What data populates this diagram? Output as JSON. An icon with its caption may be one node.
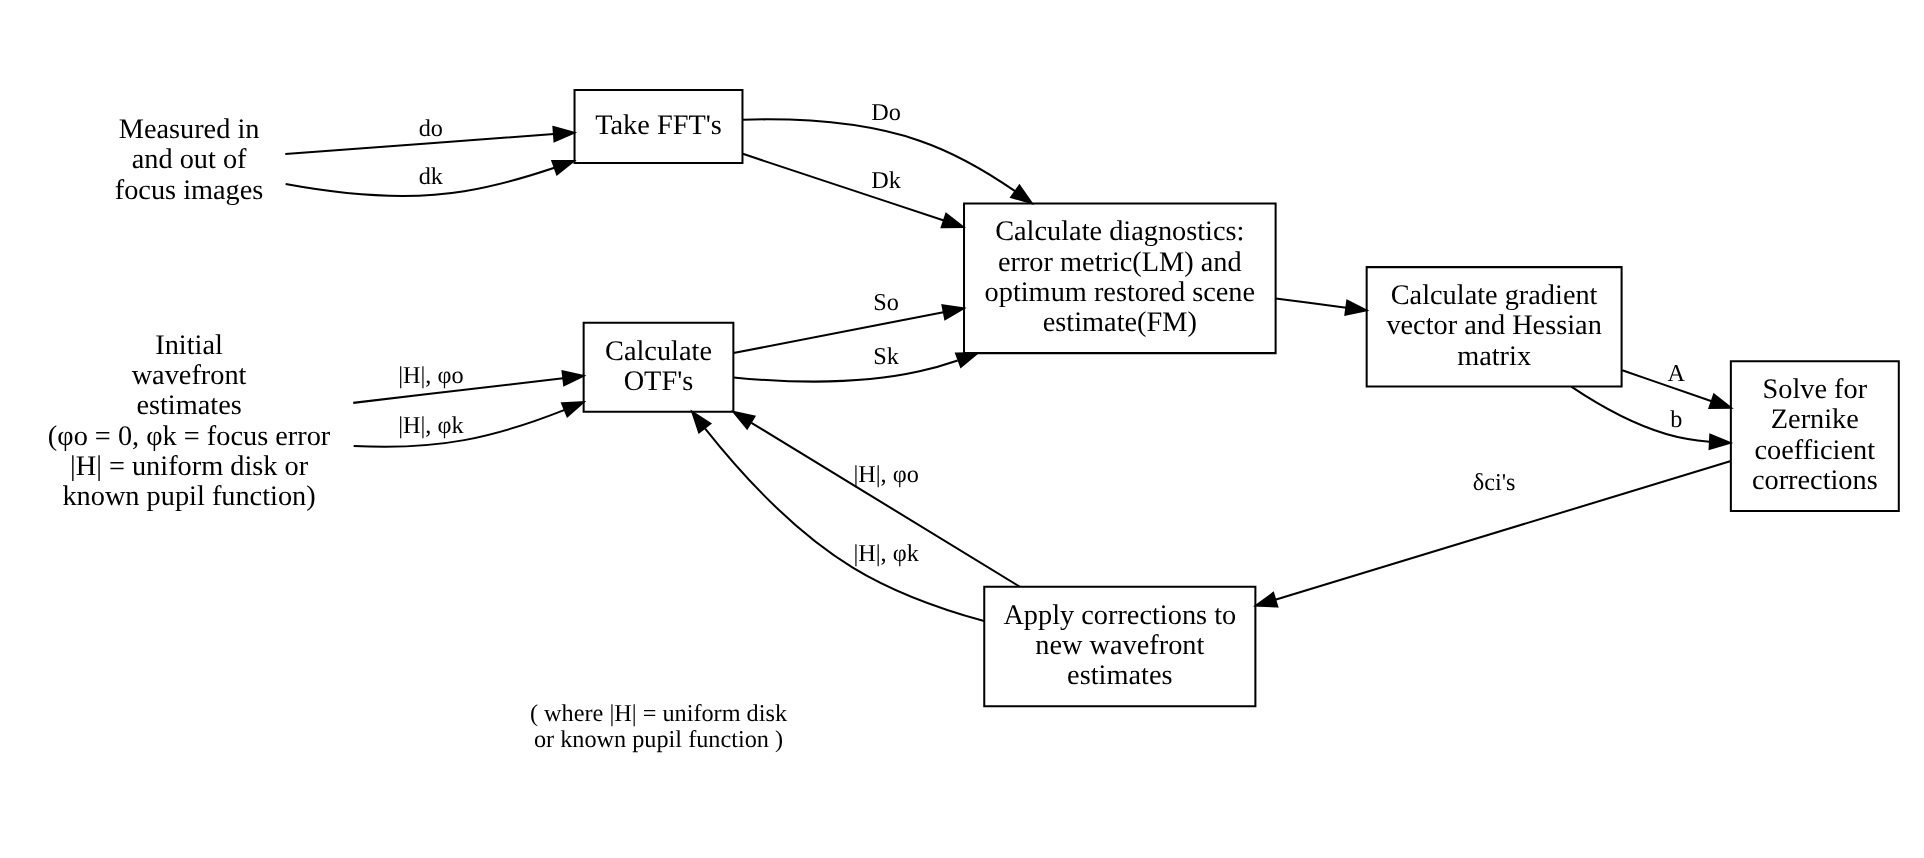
{
  "diagram": {
    "nodes": [
      {
        "text": [
          "Measured in and out of focus images"
        ]
      },
      {
        "text": [
          "Take FFT's"
        ]
      },
      {
        "text": [
          "Initial wavefront estimates"
        ],
        "beside": [
          "(φo = 0, φk = focus error |H| = uniform disk or known pupil function)"
        ]
      },
      {
        "text": [
          "Calculate OTF's"
        ]
      },
      {
        "text": [
          "Calculate diagnostics: error metric(LM) and optimum restored scene estimate(FM)"
        ]
      },
      {
        "text": [
          "Calculate gradient vector and Hessian matrix"
        ]
      },
      {
        "text": [
          "Solve for Zernike coefficient corrections"
        ]
      },
      {
        "text": [
          "Apply corrections to new wavefront estimates"
        ]
      }
    ],
    "edges": [
      {
        "from": 0,
        "to": 1,
        "arrow": "to",
        "label": "do"
      },
      {
        "from": 0,
        "to": 1,
        "arrow": "to",
        "label": "dk"
      },
      {
        "from": 1,
        "to": 4,
        "arrow": "to",
        "label": "Do"
      },
      {
        "from": 1,
        "to": 4,
        "arrow": "to",
        "label": "Dk"
      },
      {
        "from": 2,
        "to": 3,
        "arrow": "to",
        "label": "|H|, φo"
      },
      {
        "from": 2,
        "to": 3,
        "arrow": "to",
        "label": "|H|, φk"
      },
      {
        "from": 3,
        "to": 4,
        "arrow": "to",
        "label": "So"
      },
      {
        "from": 3,
        "to": 4,
        "arrow": "to",
        "label": "Sk"
      },
      {
        "from": 4,
        "to": 5,
        "arrow": "to"
      },
      {
        "from": 5,
        "to": 6,
        "arrow": "to",
        "label": "A"
      },
      {
        "from": 5,
        "to": 6,
        "arrow": "to",
        "label": "b"
      },
      {
        "from": 6,
        "to": 7,
        "arrow": "to",
        "label": "δci's"
      },
      {
        "from": 7,
        "to": 3,
        "arrow": "to",
        "label": "|H|, φo"
      },
      {
        "from": 7,
        "to": 3,
        "arrow": "to",
        "label": "|H|, φk"
      }
    ],
    "labels": [
      "( where |H| = uniform disk or known pupil function )"
    ]
  }
}
